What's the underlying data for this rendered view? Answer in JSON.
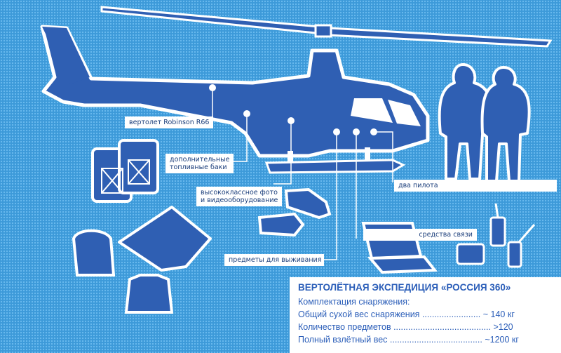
{
  "labels": {
    "helicopter": "вертолет Robinson R66",
    "fuel_line1": "дополнительные",
    "fuel_line2": "топливные баки",
    "camera_line1": "высококлассное фото",
    "camera_line2": "и видеооборудование",
    "pilots": "два пилота",
    "comms": "средства связи",
    "survival": "предметы для выживания"
  },
  "panel": {
    "title": "ВЕРТОЛЁТНАЯ ЭКСПЕДИЦИЯ «РОССИЯ 360»",
    "subtitle": "Комплектация снаряжения:",
    "rows": [
      "Общий сухой вес снаряжения ........................ ~ 140 кг",
      "Количество предметов ........................................ >120",
      "Полный взлётный вес ...................................... ~1200 кг"
    ]
  },
  "colors": {
    "background": "#3d9ad9",
    "silhouette": "#2f5fb3",
    "outline": "#ffffff",
    "text": "#2a5db8"
  }
}
